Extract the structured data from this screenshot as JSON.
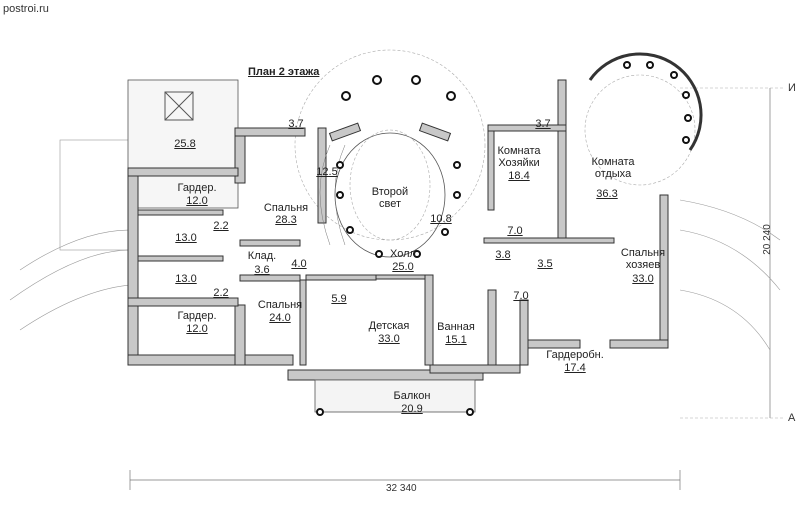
{
  "watermark": "postroi.ru",
  "title": "План 2 этажа",
  "rooms": {
    "terrace": {
      "area": "25.8"
    },
    "balcony_left": {
      "area": "3.7"
    },
    "balcony_right": {
      "area": "3.7"
    },
    "wardrobe_top": {
      "name": "Гардер.",
      "area": "12.0"
    },
    "bedroom_top": {
      "name": "Спальня",
      "area": "28.3"
    },
    "stairs": {
      "area": "12.5"
    },
    "second_light": {
      "name": "Второй свет"
    },
    "gallery": {
      "area": "10.8"
    },
    "hostess_room": {
      "name": "Комната Хозяйки",
      "area": "18.4"
    },
    "lounge": {
      "name": "Комната отдыха",
      "area": "36.3"
    },
    "bath_top": {
      "area": "13.0"
    },
    "bath_bottom": {
      "area": "13.0"
    },
    "corridor_top": {
      "area": "2.2"
    },
    "corridor_bottom": {
      "area": "2.2"
    },
    "storage": {
      "name": "Клад.",
      "area": "3.6"
    },
    "hall_small": {
      "area": "4.0"
    },
    "hall": {
      "name": "Холл",
      "area": "25.0"
    },
    "corridor_right_top": {
      "area": "7.0"
    },
    "stairs_small": {
      "area": "3.8"
    },
    "wc": {
      "area": "3.5"
    },
    "corridor_right_bottom": {
      "area": "7.0"
    },
    "master_bedroom": {
      "name": "Спальня хозяев",
      "area": "33.0"
    },
    "bedroom_bottom": {
      "name": "Спальня",
      "area": "24.0"
    },
    "bath_kids": {
      "area": "5.9"
    },
    "kids_room": {
      "name": "Детская",
      "area": "33.0"
    },
    "bathroom": {
      "name": "Ванная",
      "area": "15.1"
    },
    "wardrobe_bottom": {
      "name": "Гардер.",
      "area": "12.0"
    },
    "dressing_room": {
      "name": "Гардеробн.",
      "area": "17.4"
    },
    "balcony_main": {
      "name": "Балкон",
      "area": "20.9"
    }
  },
  "dimensions": {
    "width": "32 340",
    "depth": "20 240",
    "axis_top": "И",
    "axis_bottom": "А"
  }
}
